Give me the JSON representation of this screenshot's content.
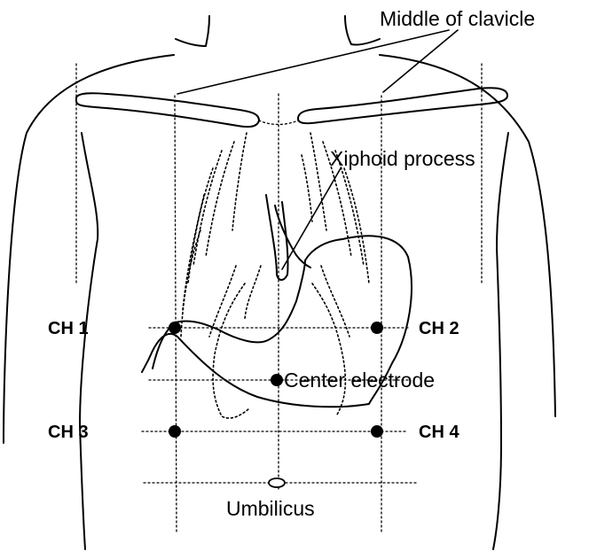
{
  "labels": {
    "middle_of_clavicle": "Middle of clavicle",
    "xiphoid_process": "Xiphoid process",
    "center_electrode": "Center electrode",
    "umbilicus": "Umbilicus",
    "ch1": "CH 1",
    "ch2": "CH 2",
    "ch3": "CH 3",
    "ch4": "CH 4"
  }
}
